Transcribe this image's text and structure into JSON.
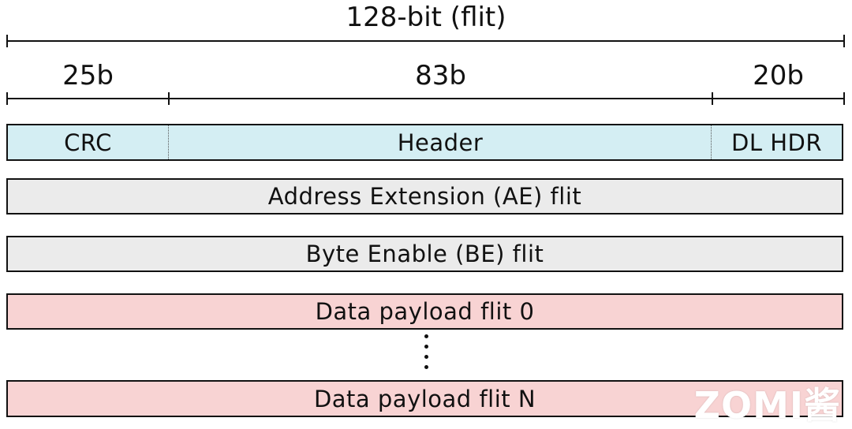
{
  "dimension": {
    "total_label": "128-bit (flit)",
    "segments": [
      {
        "label": "25b"
      },
      {
        "label": "83b"
      },
      {
        "label": "20b"
      }
    ]
  },
  "header_flit": {
    "color": "#d4eef3",
    "cells": [
      {
        "label": "CRC"
      },
      {
        "label": "Header"
      },
      {
        "label": "DL HDR"
      }
    ]
  },
  "flits": [
    {
      "label": "Address Extension (AE) flit",
      "color": "#ebebeb"
    },
    {
      "label": "Byte Enable (BE) flit",
      "color": "#ebebeb"
    },
    {
      "label": "Data payload flit 0",
      "color": "#f8d3d3"
    },
    {
      "label": "Data payload flit N",
      "color": "#f8d3d3"
    }
  ],
  "ellipsis": "⋮",
  "watermark": "ZOMI酱"
}
